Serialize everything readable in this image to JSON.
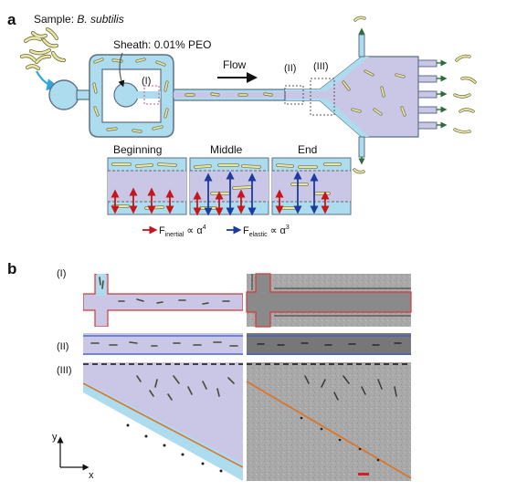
{
  "panel_a": {
    "letter": "a",
    "sample_prefix": "Sample: ",
    "sample_species": "B. subtilis",
    "sheath_label": "Sheath: 0.01% PEO",
    "flow_label": "Flow",
    "region_I": "(I)",
    "region_II": "(II)",
    "region_III": "(III)",
    "insets": [
      "Beginning",
      "Middle",
      "End"
    ],
    "legend": {
      "inertial_main": "F",
      "inertial_sub": "inertial",
      "inertial_rel": " ∝ α",
      "inertial_exp": "4",
      "elastic_main": "F",
      "elastic_sub": "elastic",
      "elastic_rel": " ∝ α",
      "elastic_exp": "3"
    }
  },
  "panel_b": {
    "letter": "b",
    "rows": [
      "(I)",
      "(II)",
      "(III)"
    ],
    "axis_y": "y",
    "axis_x": "x"
  },
  "colors": {
    "channel_fill": "#c9c6e6",
    "sheath_fill": "#aedcef",
    "channel_stroke": "#5c6f86",
    "bacteria": "#e8e6a6",
    "inertial_arrow": "#c4161c",
    "elastic_arrow": "#1d3a9e",
    "wall_red": "#d23a3a",
    "wall_blue": "#3b5bd0",
    "wall_orange": "#d9772b"
  }
}
